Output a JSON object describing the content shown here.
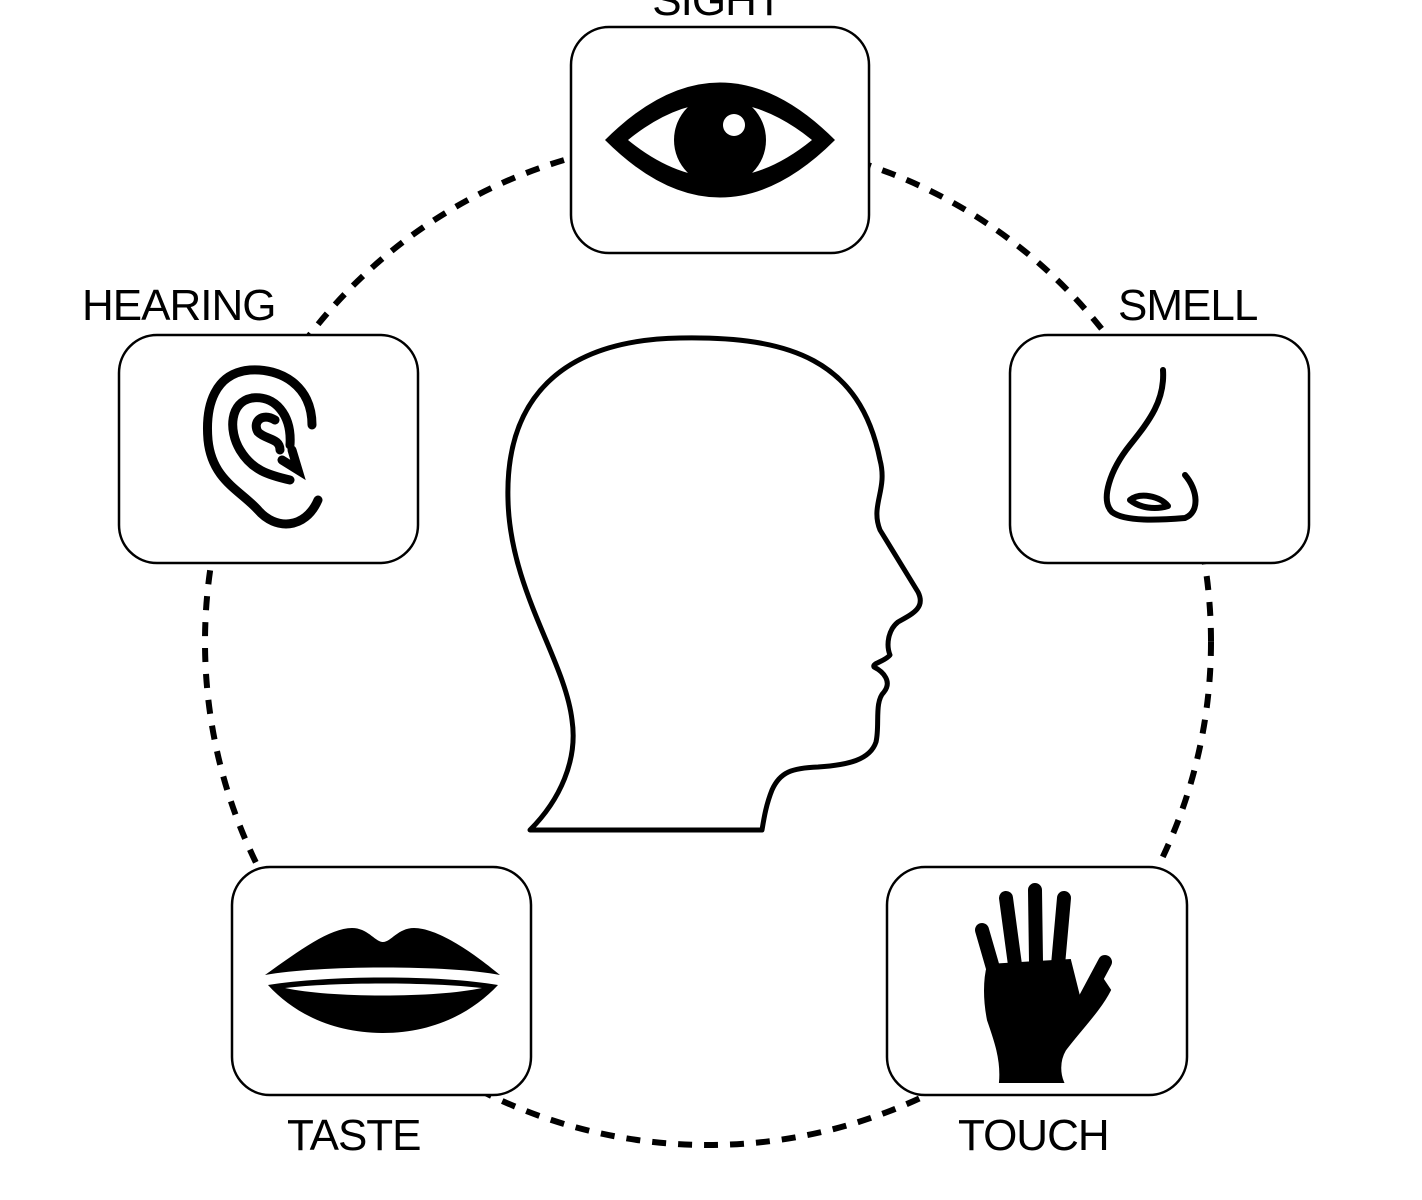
{
  "senses": {
    "sight": {
      "label": "SIGHT",
      "icon": "eye-icon"
    },
    "hearing": {
      "label": "HEARING",
      "icon": "ear-icon"
    },
    "smell": {
      "label": "SMELL",
      "icon": "nose-icon"
    },
    "taste": {
      "label": "TASTE",
      "icon": "lips-icon"
    },
    "touch": {
      "label": "TOUCH",
      "icon": "hand-icon"
    }
  },
  "center": {
    "icon": "head-profile-icon"
  }
}
